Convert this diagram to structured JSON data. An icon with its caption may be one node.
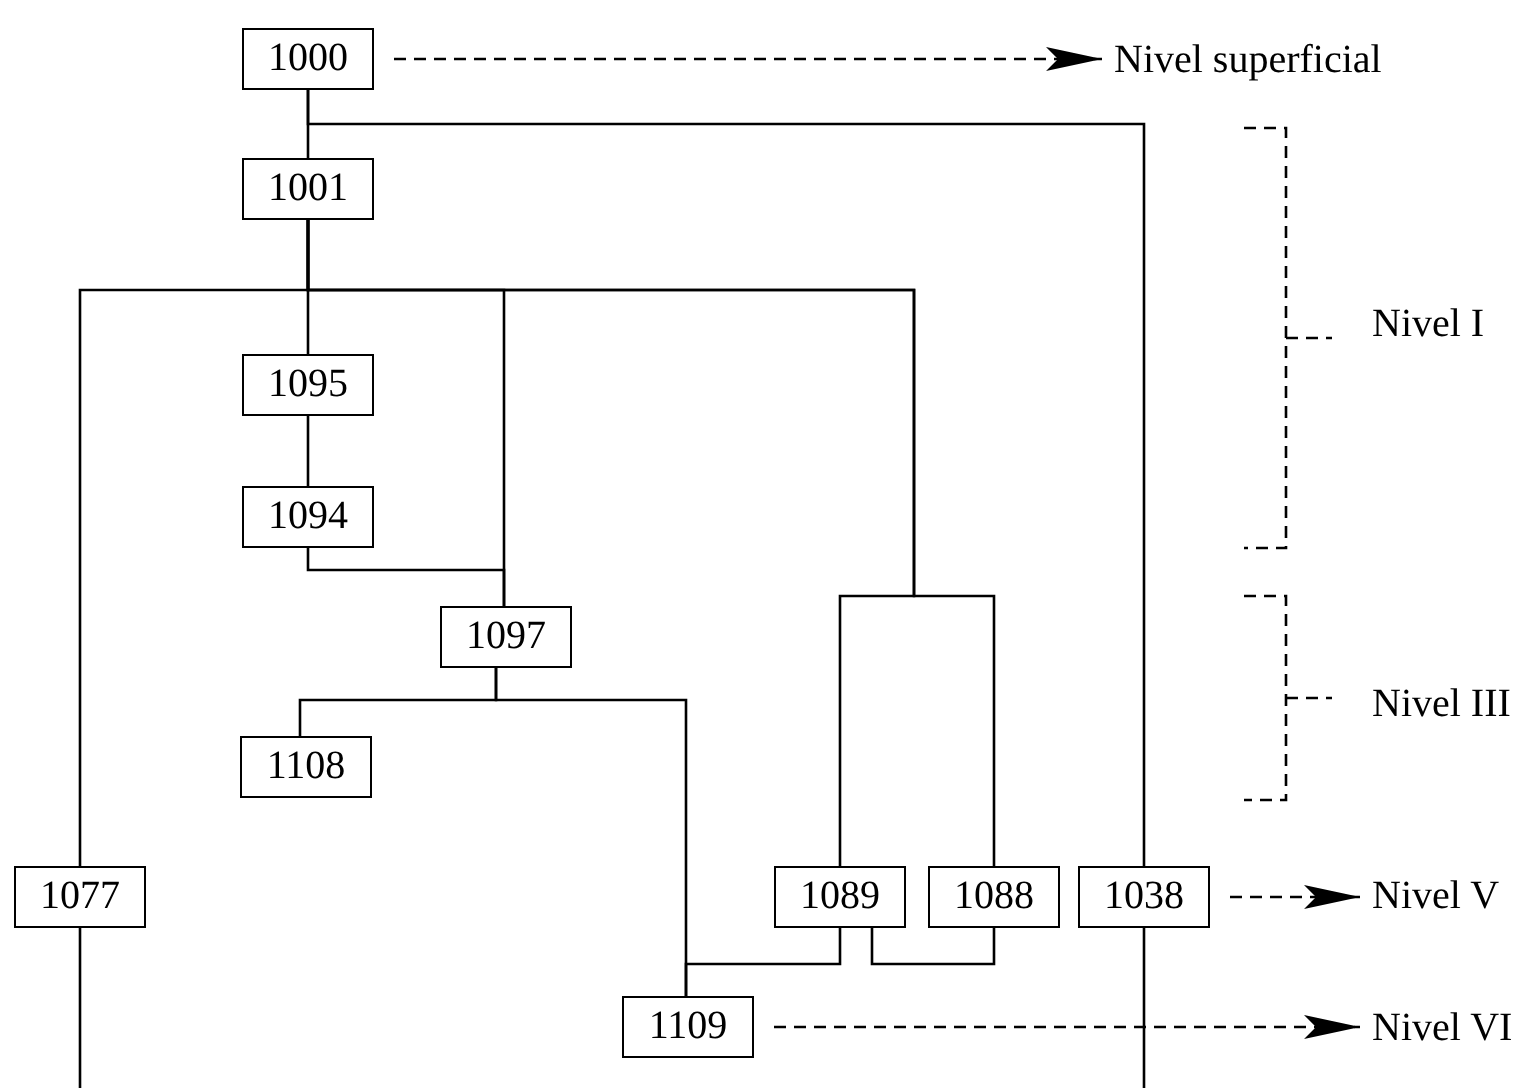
{
  "diagram": {
    "nodes": [
      {
        "text": [
          "1000"
        ]
      },
      {
        "text": [
          "1001"
        ]
      },
      {
        "text": [
          "1095"
        ]
      },
      {
        "text": [
          "1094"
        ]
      },
      {
        "text": [
          "1097"
        ]
      },
      {
        "text": [
          "1108"
        ]
      },
      {
        "text": [
          "1077"
        ]
      },
      {
        "text": [
          "1089"
        ]
      },
      {
        "text": [
          "1088"
        ]
      },
      {
        "text": [
          "1038"
        ]
      },
      {
        "text": [
          "1109"
        ]
      },
      {
        "text": [
          "Nivel superficial"
        ]
      },
      {
        "text": [
          "Nivel V"
        ]
      },
      {
        "text": [
          "Nivel VI"
        ]
      }
    ],
    "edges": [
      {
        "from": 0,
        "to": 1,
        "arrow": "none"
      },
      {
        "from": 0,
        "to": 9,
        "arrow": "none"
      },
      {
        "from": 1,
        "to": 6,
        "arrow": "none"
      },
      {
        "from": 1,
        "to": 2,
        "arrow": "none"
      },
      {
        "from": 1,
        "to": 4,
        "arrow": "none"
      },
      {
        "from": 1,
        "to": 7,
        "arrow": "none"
      },
      {
        "from": 1,
        "to": 8,
        "arrow": "none"
      },
      {
        "from": 2,
        "to": 3,
        "arrow": "none"
      },
      {
        "from": 3,
        "to": 4,
        "arrow": "none"
      },
      {
        "from": 4,
        "to": 5,
        "arrow": "none"
      },
      {
        "from": 4,
        "to": 10,
        "arrow": "none"
      },
      {
        "from": 7,
        "to": 10,
        "arrow": "none"
      },
      {
        "from": 7,
        "to": 8,
        "arrow": "none"
      },
      {
        "from": 6,
        "to": null,
        "arrow": "none"
      },
      {
        "from": 9,
        "to": null,
        "arrow": "none"
      },
      {
        "from": 0,
        "to": 11,
        "arrow": "to",
        "style": "dashed"
      },
      {
        "from": 9,
        "to": 12,
        "arrow": "to",
        "style": "dashed"
      },
      {
        "from": 10,
        "to": 13,
        "arrow": "to",
        "style": "dashed"
      }
    ],
    "labels": [
      "Nivel I",
      "Nivel III"
    ]
  }
}
